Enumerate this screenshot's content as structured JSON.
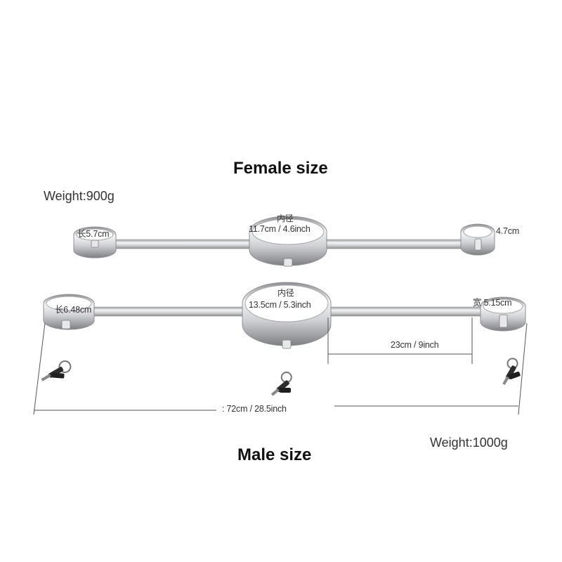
{
  "headings": {
    "female": "Female size",
    "male": "Male size"
  },
  "female": {
    "weight_label": "Weight",
    "weight_value": ":900g",
    "left_cuff_length": "长5.7cm",
    "center_inner_label": "内径",
    "center_inner_value": "11.7cm / 4.6inch",
    "right_cuff_width": "4.7cm"
  },
  "male": {
    "weight_label": "Weight",
    "weight_value": ":1000g",
    "left_cuff_length": "长6.48cm",
    "center_inner_label": "内径",
    "center_inner_value": "13.5cm / 5.3inch",
    "right_cuff_width": "宽 5.15cm",
    "bar_segment": "23cm / 9inch",
    "total_length": ": 72cm / 28.5inch"
  },
  "colors": {
    "metal_light": "#f4f4f6",
    "metal_mid": "#c9cacd",
    "metal_dark": "#8e9094",
    "dimension_line": "#555555"
  },
  "icons": [
    "key-icon",
    "key-icon",
    "key-icon"
  ]
}
